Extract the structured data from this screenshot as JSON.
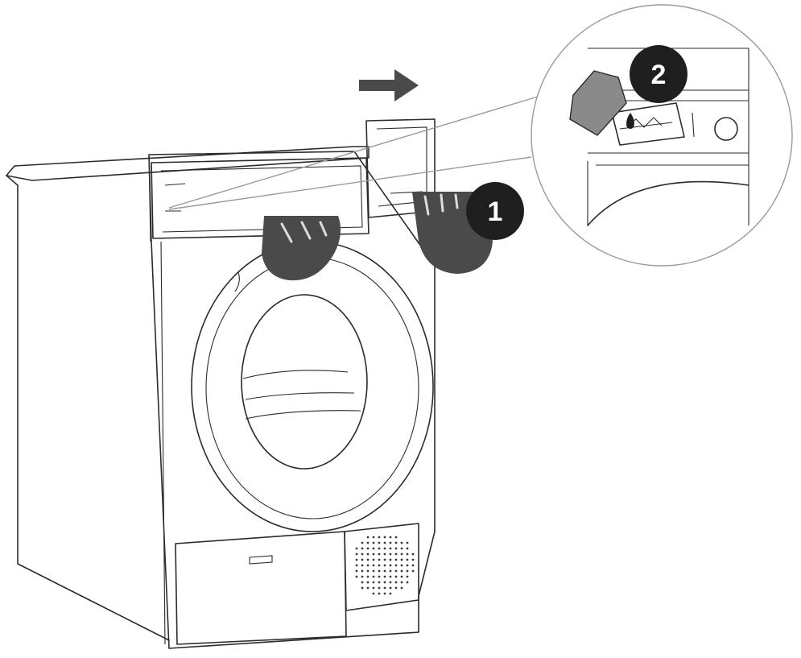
{
  "steps": [
    {
      "number": "1",
      "step_id": "pull-drawer"
    },
    {
      "number": "2",
      "step_id": "empty-water"
    }
  ],
  "icons": {
    "arrow": "arrow-right-icon",
    "hand": "hand-icon",
    "water_drop": "water-drop-icon",
    "water_container": "water-container-icon",
    "vent_grille": "vent-grille-icon",
    "knob": "knob-icon"
  },
  "colors": {
    "line": "#2b2b2b",
    "hand_fill": "#4a4a4a",
    "badge_fill": "#1f1f1f",
    "zoom_outline": "#9a9a9a"
  }
}
